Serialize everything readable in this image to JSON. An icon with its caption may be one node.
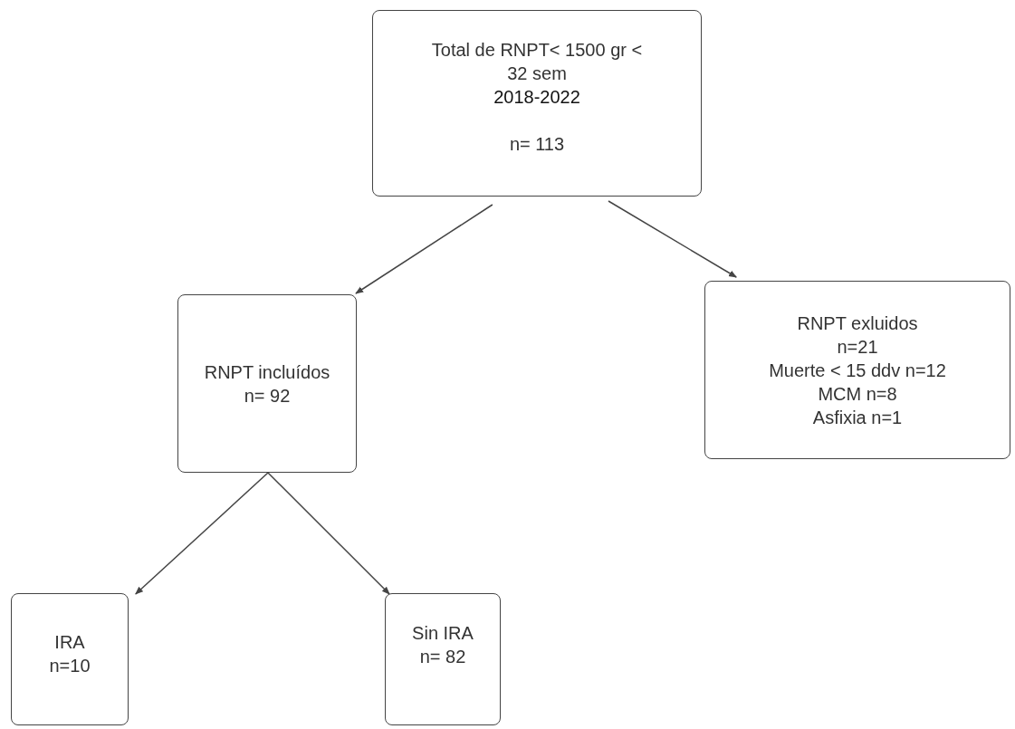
{
  "diagram": {
    "nodes": [
      {
        "text": [
          "Total de RNPT< 1500 gr < 32 sem",
          "2018-2022",
          "n= 113"
        ]
      },
      {
        "text": [
          "RNPT incluídos",
          "n= 92"
        ]
      },
      {
        "text": [
          "RNPT exluidos",
          "n=21",
          "Muerte < 15 ddv  n=12",
          "MCM n=8",
          "Asfixia n=1"
        ]
      },
      {
        "text": [
          "IRA",
          "n=10"
        ]
      },
      {
        "text": [
          "Sin IRA",
          "n= 82"
        ]
      }
    ],
    "edges": [
      {
        "from": 0,
        "to": 1,
        "arrow": "to"
      },
      {
        "from": 0,
        "to": 2,
        "arrow": "to"
      },
      {
        "from": 1,
        "to": 3,
        "arrow": "to"
      },
      {
        "from": 1,
        "to": 4,
        "arrow": "to"
      }
    ]
  }
}
